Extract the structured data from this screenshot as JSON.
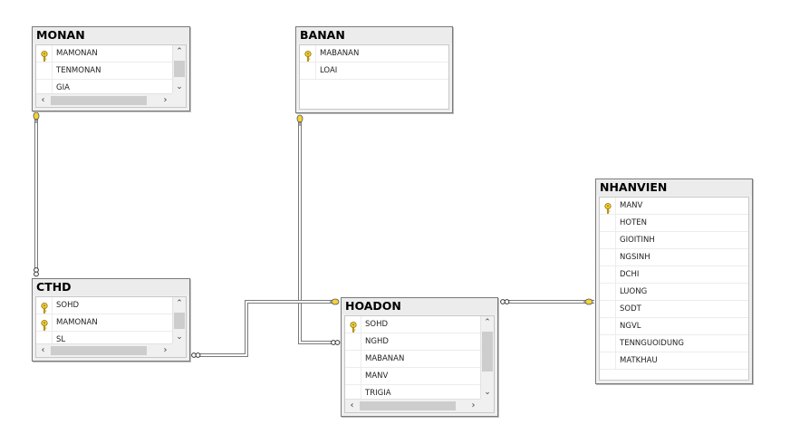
{
  "tables": {
    "monan": {
      "title": "MONAN",
      "columns": [
        {
          "name": "MAMONAN",
          "key": true
        },
        {
          "name": "TENMONAN",
          "key": false
        },
        {
          "name": "GIA",
          "key": false
        }
      ]
    },
    "banan": {
      "title": "BANAN",
      "columns": [
        {
          "name": "MABANAN",
          "key": true
        },
        {
          "name": "LOAI",
          "key": false
        }
      ]
    },
    "cthd": {
      "title": "CTHD",
      "columns": [
        {
          "name": "SOHD",
          "key": true
        },
        {
          "name": "MAMONAN",
          "key": true
        },
        {
          "name": "SL",
          "key": false
        }
      ]
    },
    "hoadon": {
      "title": "HOADON",
      "columns": [
        {
          "name": "SOHD",
          "key": true
        },
        {
          "name": "NGHD",
          "key": false
        },
        {
          "name": "MABANAN",
          "key": false
        },
        {
          "name": "MANV",
          "key": false
        },
        {
          "name": "TRIGIA",
          "key": false
        }
      ]
    },
    "nhanvien": {
      "title": "NHANVIEN",
      "columns": [
        {
          "name": "MANV",
          "key": true
        },
        {
          "name": "HOTEN",
          "key": false
        },
        {
          "name": "GIOITINH",
          "key": false
        },
        {
          "name": "NGSINH",
          "key": false
        },
        {
          "name": "DCHI",
          "key": false
        },
        {
          "name": "LUONG",
          "key": false
        },
        {
          "name": "SODT",
          "key": false
        },
        {
          "name": "NGVL",
          "key": false
        },
        {
          "name": "TENNGUOIDUNG",
          "key": false
        },
        {
          "name": "MATKHAU",
          "key": false
        }
      ]
    }
  },
  "relationships": [
    {
      "from": "cthd",
      "to": "monan"
    },
    {
      "from": "hoadon",
      "to": "banan"
    },
    {
      "from": "cthd",
      "to": "hoadon"
    },
    {
      "from": "hoadon",
      "to": "nhanvien"
    }
  ],
  "colors": {
    "key_gold": "#e8c020",
    "connector": "#7a7a7a",
    "title_bar": "#ececec"
  }
}
